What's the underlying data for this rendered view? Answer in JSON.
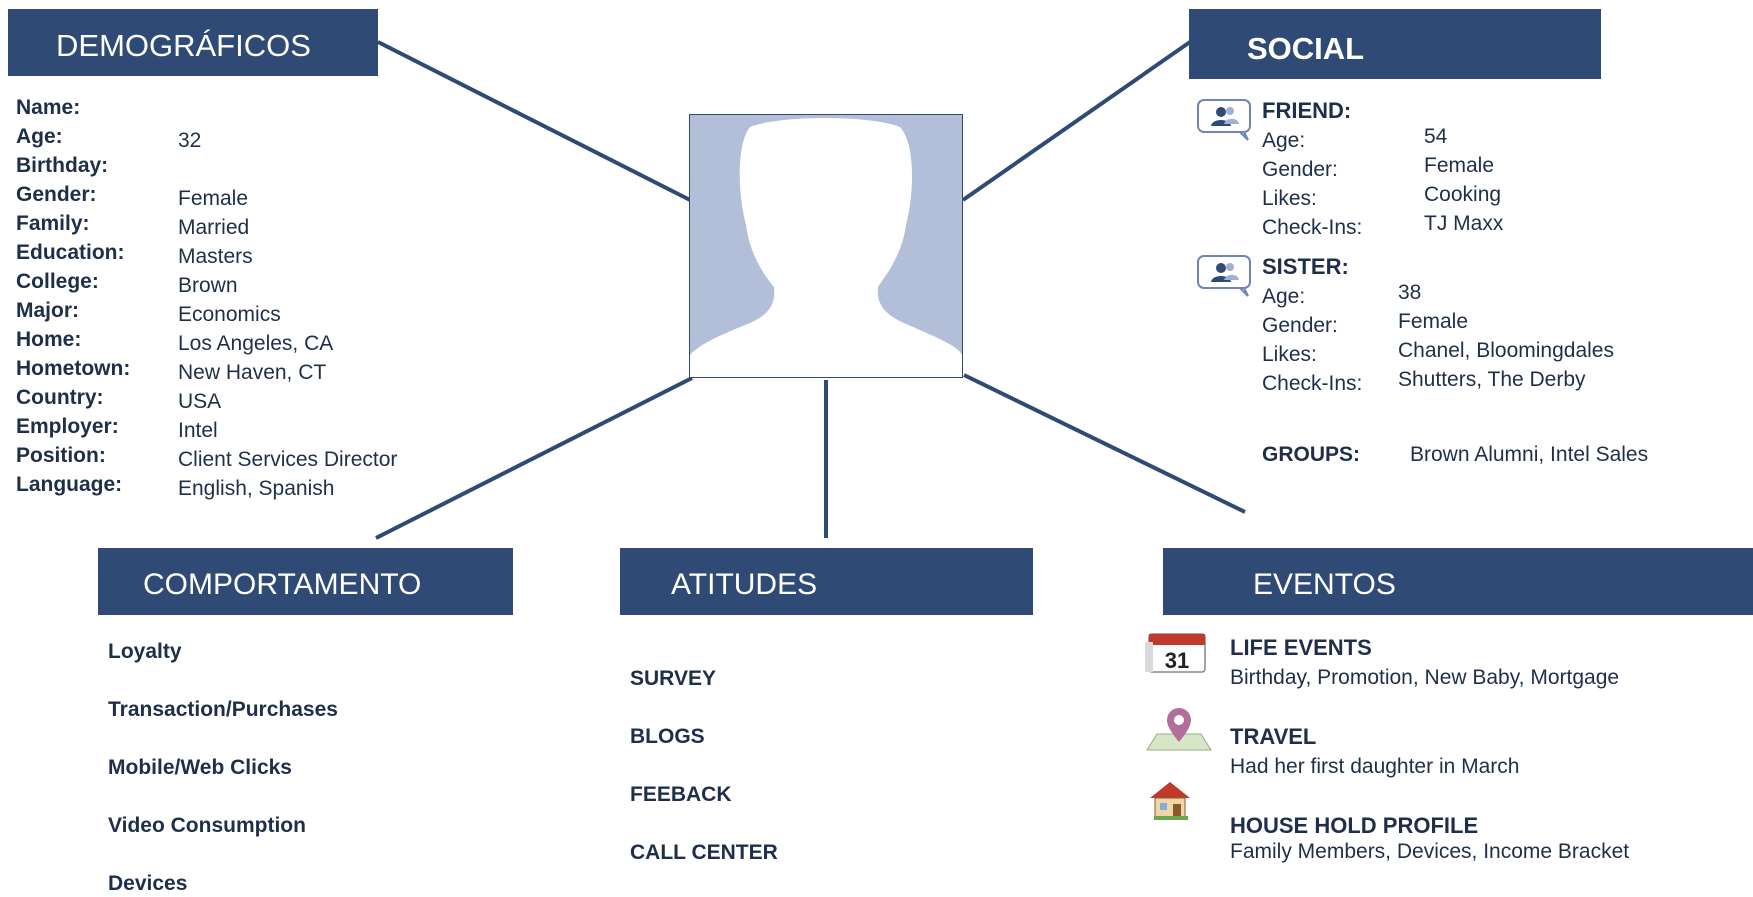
{
  "demograficos": {
    "title": "DEMOGRÁFICOS",
    "fields": [
      {
        "label": "Name:",
        "value": ""
      },
      {
        "label": "Age:",
        "value": "32"
      },
      {
        "label": "Birthday:",
        "value": ""
      },
      {
        "label": "Gender:",
        "value": "Female"
      },
      {
        "label": "Family:",
        "value": "Married"
      },
      {
        "label": "Education:",
        "value": "Masters"
      },
      {
        "label": "College:",
        "value": "Brown"
      },
      {
        "label": "Major:",
        "value": "Economics"
      },
      {
        "label": "Home:",
        "value": "Los Angeles, CA"
      },
      {
        "label": "Hometown:",
        "value": "New Haven, CT"
      },
      {
        "label": "Country:",
        "value": "USA"
      },
      {
        "label": "Employer:",
        "value": "Intel"
      },
      {
        "label": "Position:",
        "value": "Client Services Director"
      },
      {
        "label": "Language:",
        "value": "English, Spanish"
      }
    ]
  },
  "social": {
    "title": "SOCIAL",
    "friend": {
      "title": "FRIEND:",
      "icon": "chat-bubble-people-icon",
      "rows": [
        {
          "k": "Age:",
          "v": "54"
        },
        {
          "k": "Gender:",
          "v": "Female"
        },
        {
          "k": "Likes:",
          "v": "Cooking"
        },
        {
          "k": "Check-Ins:",
          "v": "TJ Maxx"
        }
      ]
    },
    "sister": {
      "title": "SISTER:",
      "icon": "chat-bubble-people-icon",
      "rows": [
        {
          "k": "Age:",
          "v": "38"
        },
        {
          "k": "Gender:",
          "v": "Female"
        },
        {
          "k": "Likes:",
          "v": "Chanel, Bloomingdales"
        },
        {
          "k": "Check-Ins:",
          "v": "Shutters, The Derby"
        }
      ]
    },
    "groups_label": "GROUPS:",
    "groups_value": "Brown Alumni, Intel Sales"
  },
  "comportamento": {
    "title": "COMPORTAMENTO",
    "items": [
      "Loyalty",
      "Transaction/Purchases",
      "Mobile/Web Clicks",
      "Video Consumption",
      "Devices"
    ]
  },
  "atitudes": {
    "title": "ATITUDES",
    "items": [
      "SURVEY",
      "BLOGS",
      "FEEBACK",
      "CALL CENTER"
    ]
  },
  "eventos": {
    "title": "EVENTOS",
    "items": [
      {
        "title": "LIFE EVENTS",
        "desc": "Birthday, Promotion, New Baby, Mortgage",
        "icon": "calendar-icon",
        "icon_text": "31"
      },
      {
        "title": "TRAVEL",
        "desc": "Had her first daughter in March",
        "icon": "map-pin-icon"
      },
      {
        "title": "HOUSE HOLD PROFILE",
        "desc": "Family Members, Devices, Income Bracket",
        "icon": "house-icon"
      }
    ]
  },
  "colors": {
    "header_bg": "#2f4a74",
    "avatar_bg": "#b3bfd9",
    "text": "#1f2f4a"
  }
}
